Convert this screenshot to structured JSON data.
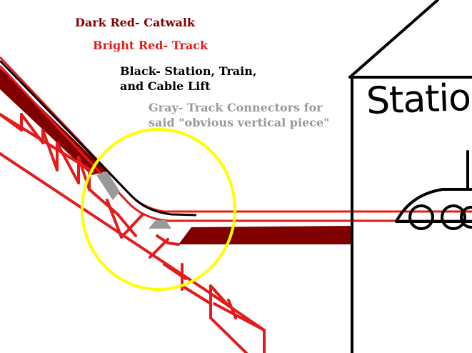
{
  "legend": [
    {
      "text": "Dark Red- Catwalk",
      "color": "#800000"
    },
    {
      "text": "Bright Red- Track",
      "color": "#e41b1b"
    },
    {
      "text": "Black- Station, Train,",
      "color": "#000000"
    },
    {
      "text": "and Cable Lift",
      "color": "#000000"
    },
    {
      "text": "Gray- Track Connectors for",
      "color": "#999999"
    },
    {
      "text": "said \"obvious vertical piece\"",
      "color": "#999999"
    }
  ],
  "station": {
    "label": "Station"
  },
  "colors": {
    "catwalk": "#800000",
    "track": "#e41b1b",
    "structure": "#000000",
    "connector": "#999999",
    "highlight": "#ffff00"
  }
}
